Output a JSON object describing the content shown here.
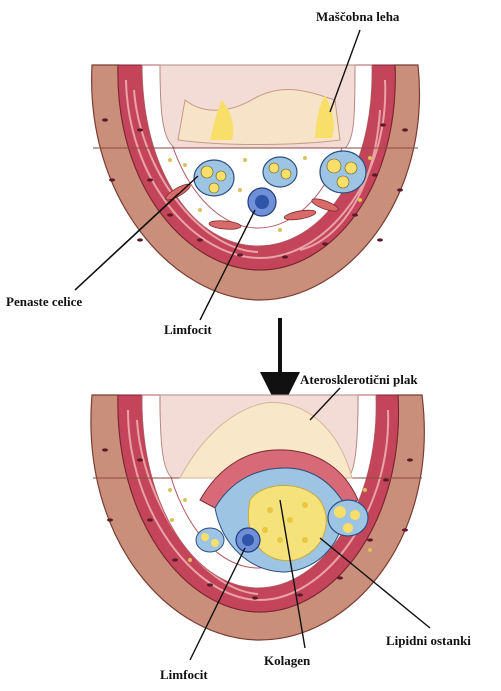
{
  "labels": {
    "fatty_streak": "Maščobna leha",
    "foam_cells": "Penaste celice",
    "lymphocyte_top": "Limfocit",
    "atherosclerotic_plaque": "Aterosklerotični plak",
    "lipid_remnants": "Lipidni ostanki",
    "collagen": "Kolagen",
    "lymphocyte_bottom": "Limfocit"
  },
  "colors": {
    "adventitia": "#c98f7a",
    "media": "#c4455a",
    "media_stripe": "#e39aa0",
    "intima_inner": "#f0c4bc",
    "lumen": "#f3dcd6",
    "fat_yellow": "#f7df6a",
    "lipid_core": "#f6e27a",
    "collagen_blue": "#9ec4e4",
    "plaque_cap": "#f8e7c8",
    "lymphocyte_blue": "#3f66b8",
    "line": "#111111"
  }
}
